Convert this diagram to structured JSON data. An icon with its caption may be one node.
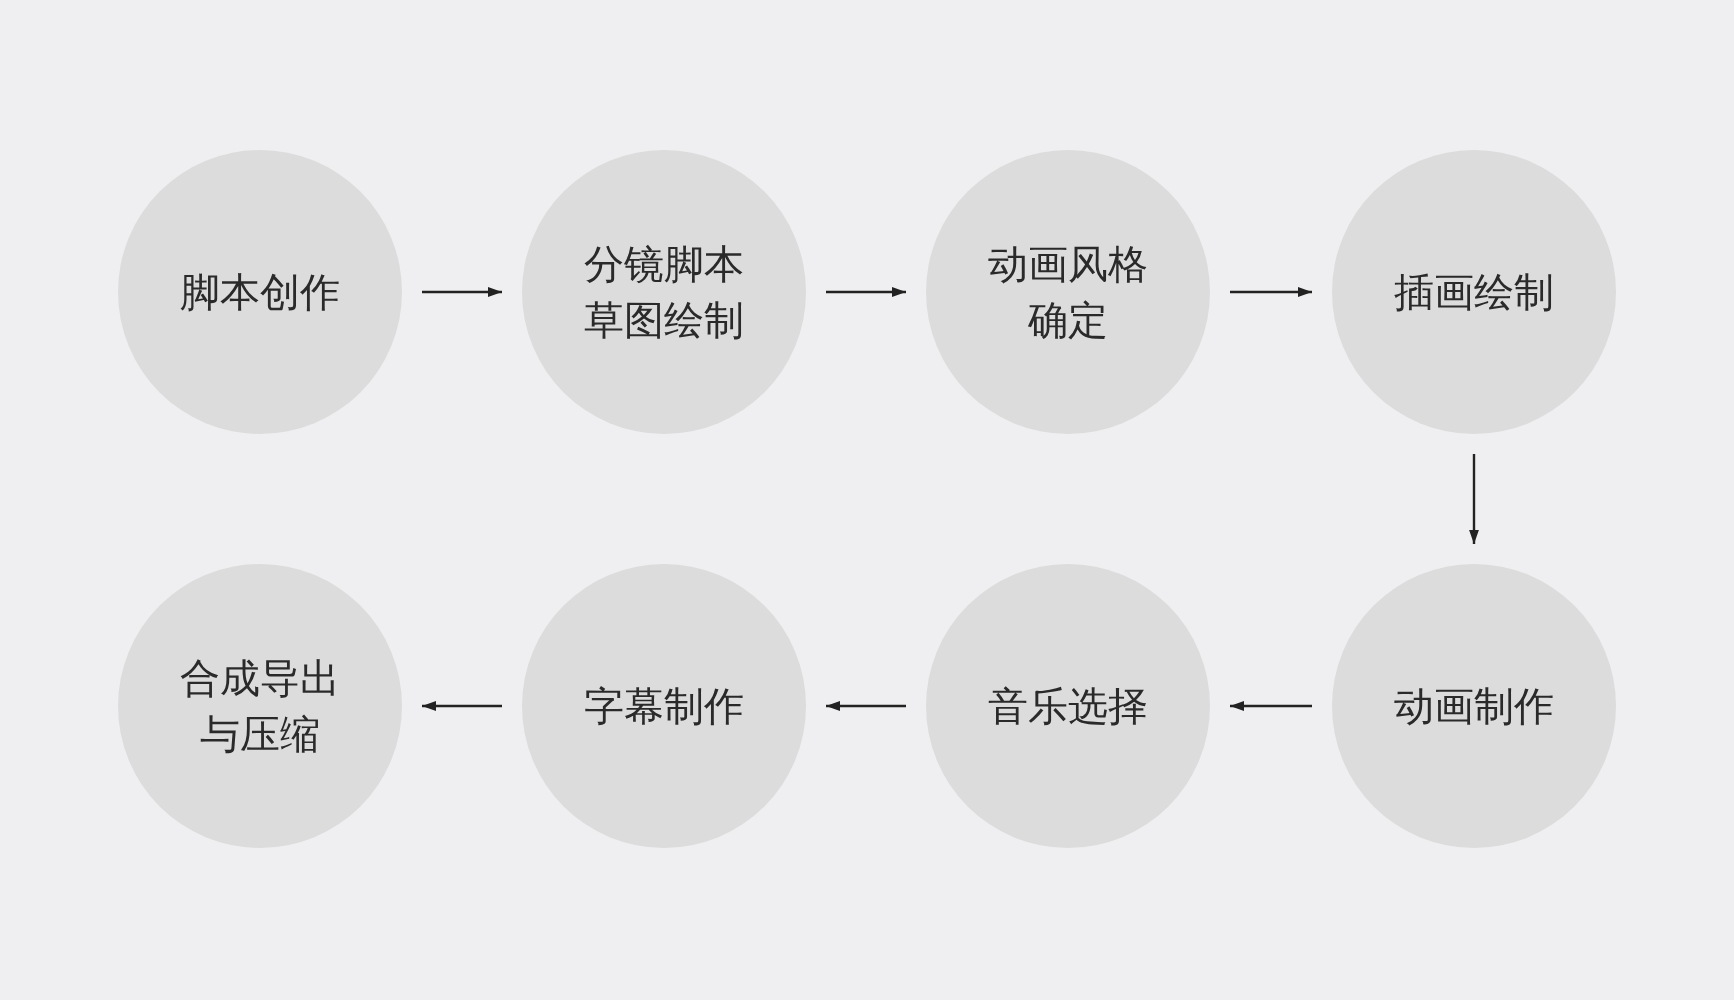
{
  "diagram": {
    "nodes": [
      {
        "text": [
          "脚本创作"
        ]
      },
      {
        "text": [
          "分镜脚本草图绘制"
        ]
      },
      {
        "text": [
          "动画风格确定"
        ]
      },
      {
        "text": [
          "插画绘制"
        ]
      },
      {
        "text": [
          "动画制作"
        ]
      },
      {
        "text": [
          "音乐选择"
        ]
      },
      {
        "text": [
          "字幕制作"
        ]
      },
      {
        "text": [
          "合成导出与压缩"
        ]
      }
    ],
    "edges": [
      {
        "from": 0,
        "to": 1,
        "arrow": "to"
      },
      {
        "from": 1,
        "to": 2,
        "arrow": "to"
      },
      {
        "from": 2,
        "to": 3,
        "arrow": "to"
      },
      {
        "from": 3,
        "to": 4,
        "arrow": "to"
      },
      {
        "from": 4,
        "to": 5,
        "arrow": "to"
      },
      {
        "from": 5,
        "to": 6,
        "arrow": "to"
      },
      {
        "from": 6,
        "to": 7,
        "arrow": "to"
      }
    ]
  }
}
